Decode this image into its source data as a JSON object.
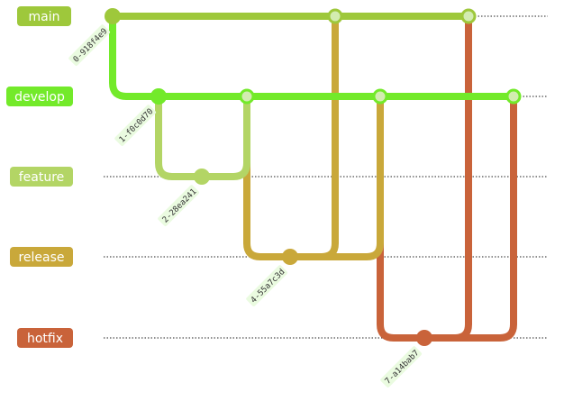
{
  "colors": {
    "main": "#9ec83b",
    "develop": "#73ea2a",
    "feature": "#b3d565",
    "release": "#c9a83a",
    "hotfix": "#c9633a",
    "label_text": "#ffffff",
    "commit_label_bg": "#eafbe0",
    "merge_fill": "#d3ecb1"
  },
  "branches": [
    {
      "name": "main",
      "label": "main"
    },
    {
      "name": "develop",
      "label": "develop"
    },
    {
      "name": "feature",
      "label": "feature"
    },
    {
      "name": "release",
      "label": "release"
    },
    {
      "name": "hotfix",
      "label": "hotfix"
    }
  ],
  "commits": [
    {
      "id": "0-918f4e9",
      "branch": "main"
    },
    {
      "id": "1-f0c0d70",
      "branch": "develop"
    },
    {
      "id": "2-28ea241",
      "branch": "feature"
    },
    {
      "id": "4-55a7c3d",
      "branch": "release"
    },
    {
      "id": "7-a14bab7",
      "branch": "hotfix"
    }
  ]
}
